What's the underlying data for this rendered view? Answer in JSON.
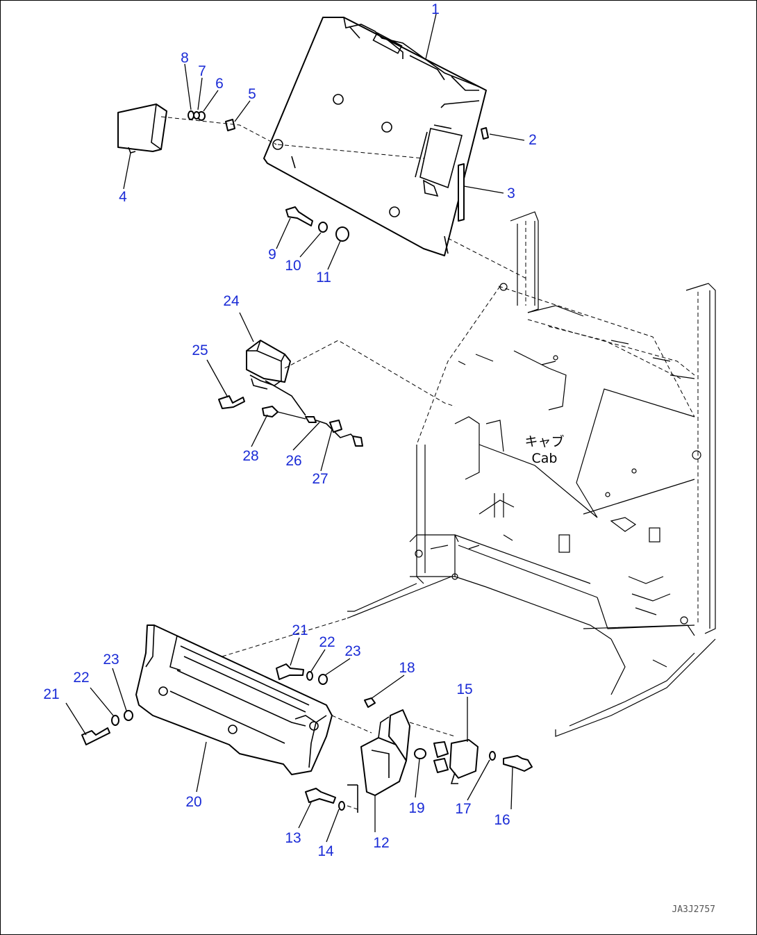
{
  "diagram": {
    "cab_label_jp": "キャブ",
    "cab_label_en": "Cab",
    "drawing_ref": "JA3J2757",
    "callouts": [
      {
        "id": "1",
        "text": "1"
      },
      {
        "id": "2",
        "text": "2"
      },
      {
        "id": "3",
        "text": "3"
      },
      {
        "id": "4",
        "text": "4"
      },
      {
        "id": "5",
        "text": "5"
      },
      {
        "id": "6",
        "text": "6"
      },
      {
        "id": "7",
        "text": "7"
      },
      {
        "id": "8",
        "text": "8"
      },
      {
        "id": "9",
        "text": "9"
      },
      {
        "id": "10",
        "text": "10"
      },
      {
        "id": "11",
        "text": "11"
      },
      {
        "id": "12",
        "text": "12"
      },
      {
        "id": "13",
        "text": "13"
      },
      {
        "id": "14",
        "text": "14"
      },
      {
        "id": "15",
        "text": "15"
      },
      {
        "id": "16",
        "text": "16"
      },
      {
        "id": "17",
        "text": "17"
      },
      {
        "id": "18",
        "text": "18"
      },
      {
        "id": "19",
        "text": "19"
      },
      {
        "id": "20",
        "text": "20"
      },
      {
        "id": "21a",
        "text": "21"
      },
      {
        "id": "21b",
        "text": "21"
      },
      {
        "id": "22a",
        "text": "22"
      },
      {
        "id": "22b",
        "text": "22"
      },
      {
        "id": "23a",
        "text": "23"
      },
      {
        "id": "23b",
        "text": "23"
      },
      {
        "id": "24",
        "text": "24"
      },
      {
        "id": "25",
        "text": "25"
      },
      {
        "id": "26",
        "text": "26"
      },
      {
        "id": "27",
        "text": "27"
      },
      {
        "id": "28",
        "text": "28"
      }
    ]
  }
}
